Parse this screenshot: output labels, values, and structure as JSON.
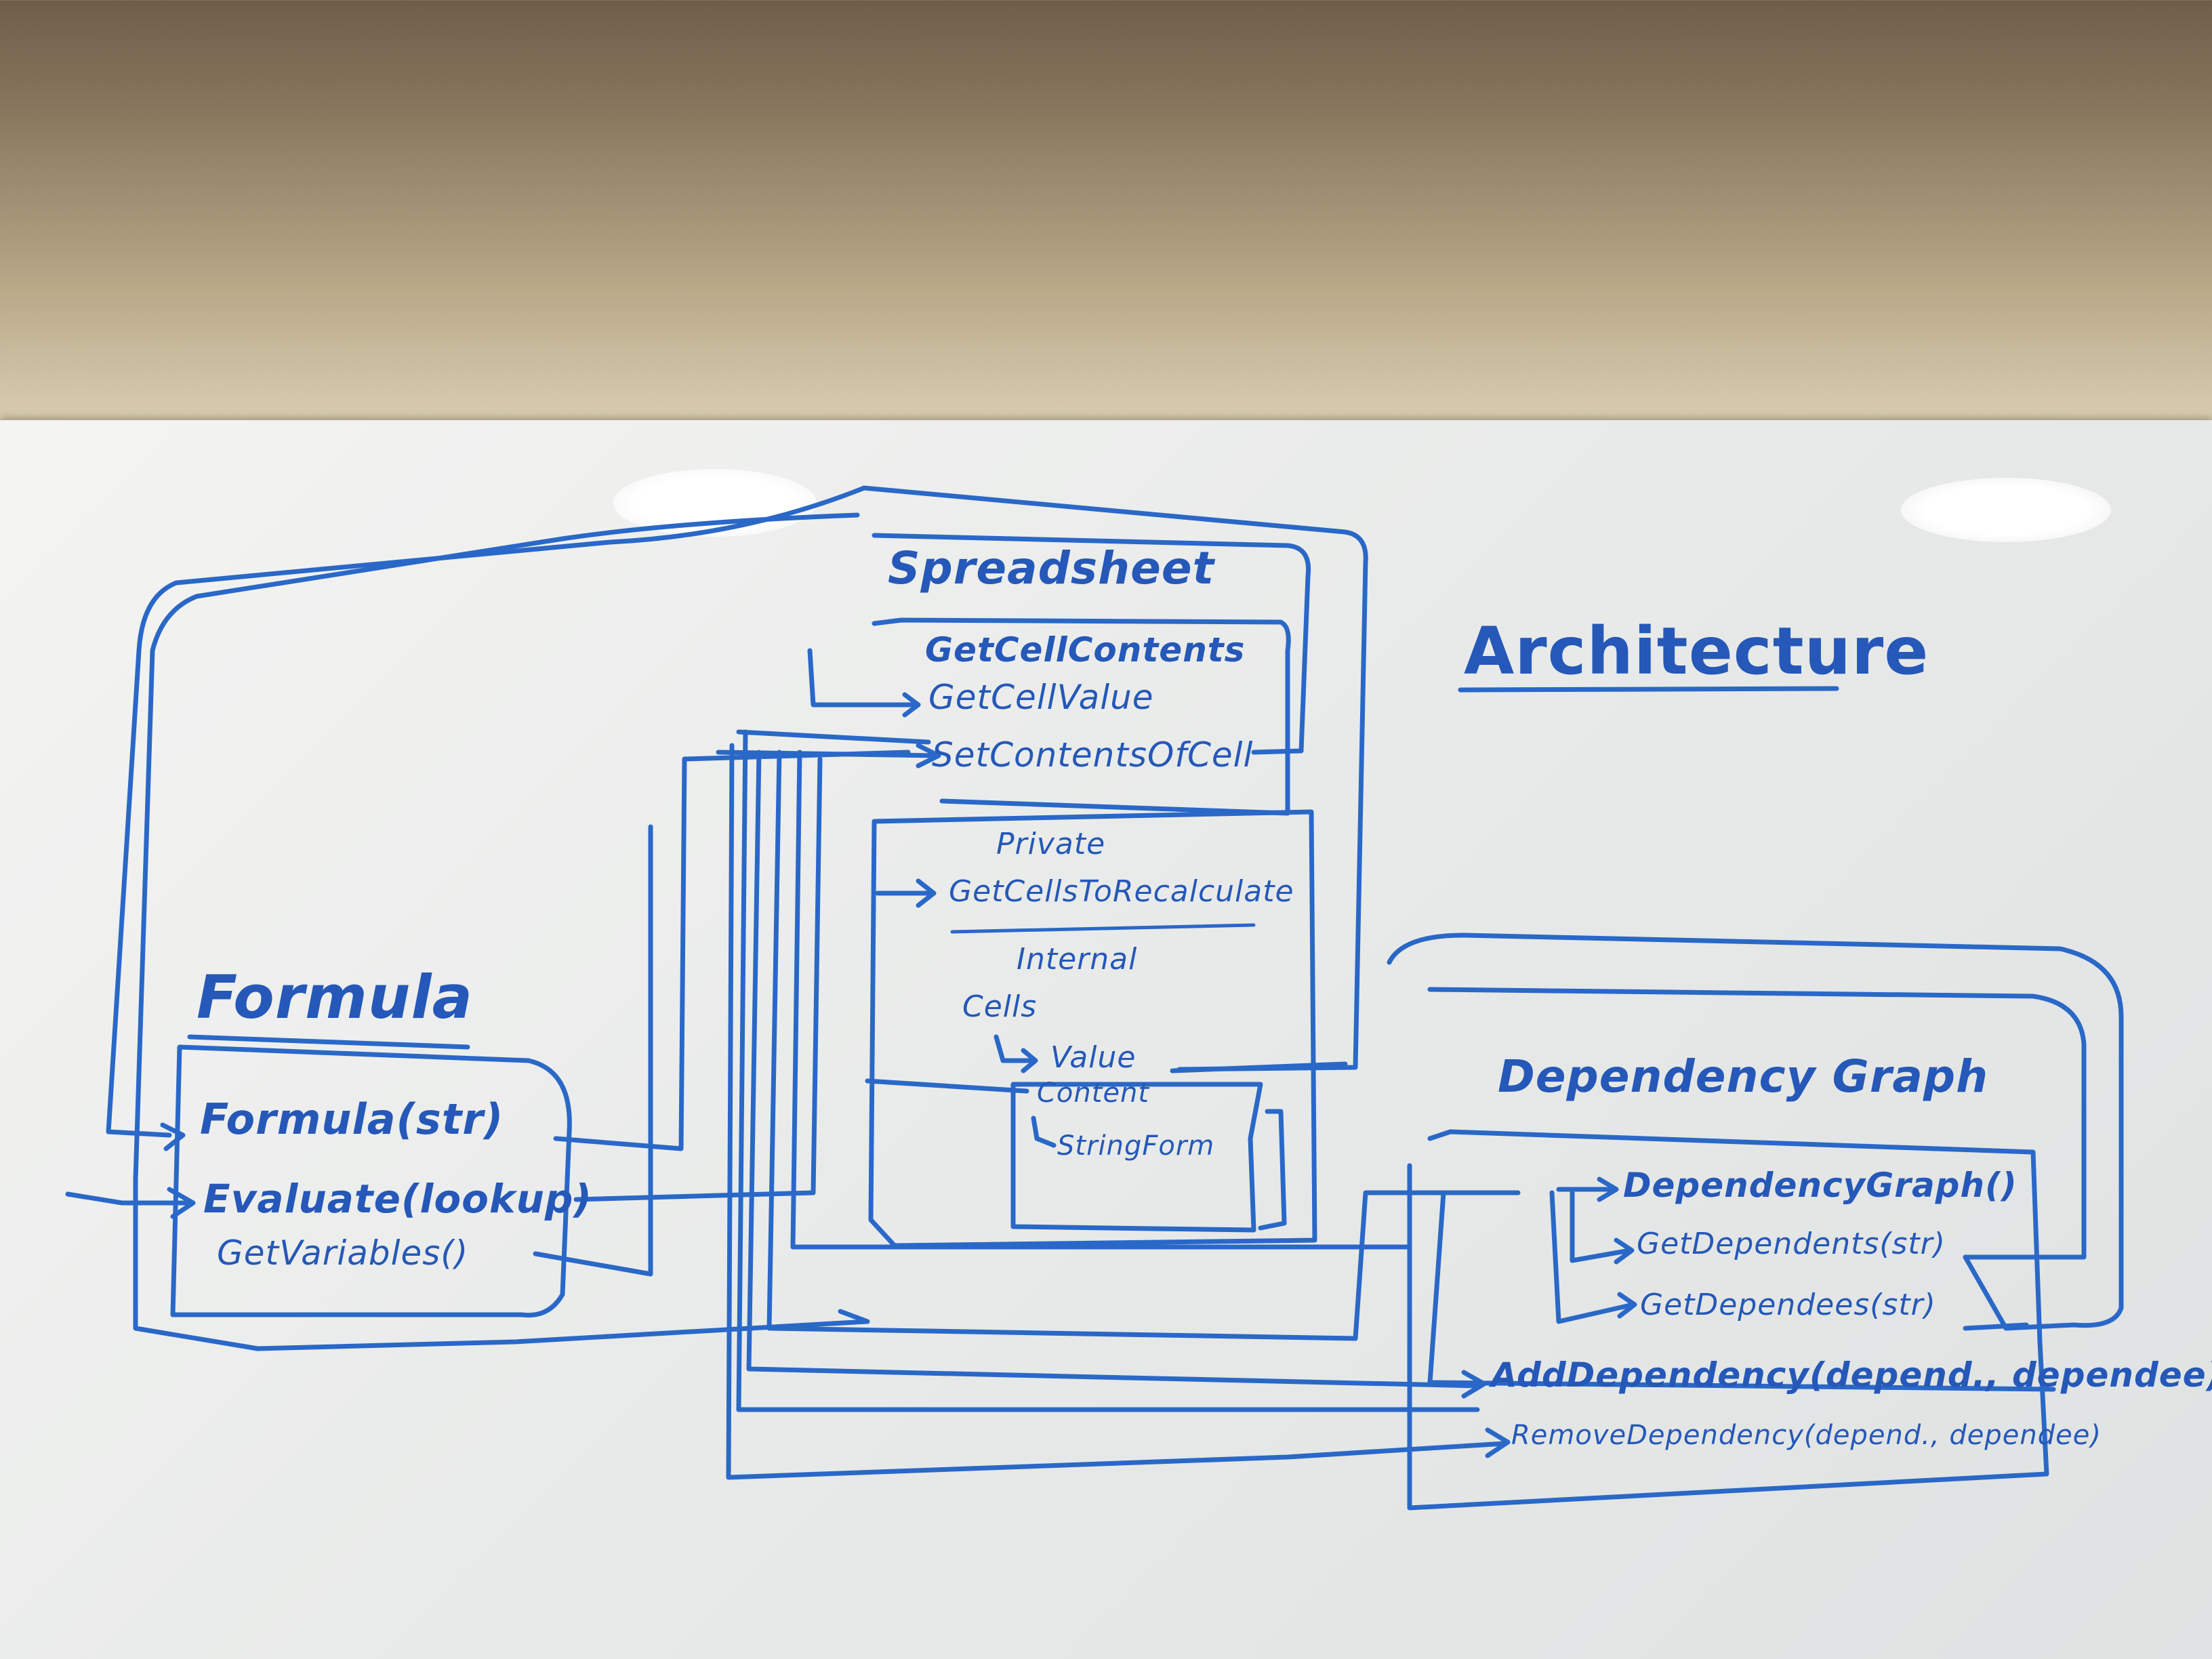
{
  "title": "Architecture",
  "spreadsheet": {
    "name": "Spreadsheet",
    "public_methods": [
      "GetCellContents",
      "GetCellValue",
      "SetContentsOfCell"
    ],
    "private_label": "Private",
    "private_methods": [
      "GetCellsToRecalculate"
    ],
    "internal_label": "Internal",
    "cells_label": "Cells",
    "cell_fields": [
      "Value",
      "Content",
      "StringForm"
    ]
  },
  "formula": {
    "name": "Formula",
    "methods": [
      "Formula(str)",
      "Evaluate(lookup)",
      "GetVariables()"
    ]
  },
  "dependency_graph": {
    "name": "Dependency Graph",
    "methods": [
      "DependencyGraph()",
      "GetDependents(str)",
      "GetDependees(str)",
      "AddDependency(depend., dependee)",
      "RemoveDependency(depend., dependee)"
    ]
  },
  "ink_color": "#2a68c8"
}
